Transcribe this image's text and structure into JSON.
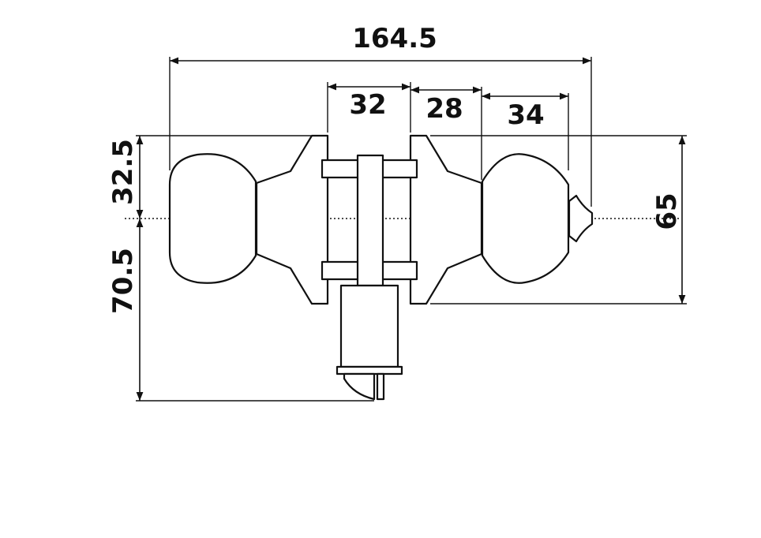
{
  "diagram": {
    "dimensions": {
      "overall_width": "164.5",
      "door_thickness": "32",
      "rose_depth": "28",
      "knob_depth": "34",
      "upper_height": "32.5",
      "lower_height": "70.5",
      "rose_height": "65"
    },
    "colors": {
      "line": "#111111",
      "background": "#ffffff"
    }
  }
}
